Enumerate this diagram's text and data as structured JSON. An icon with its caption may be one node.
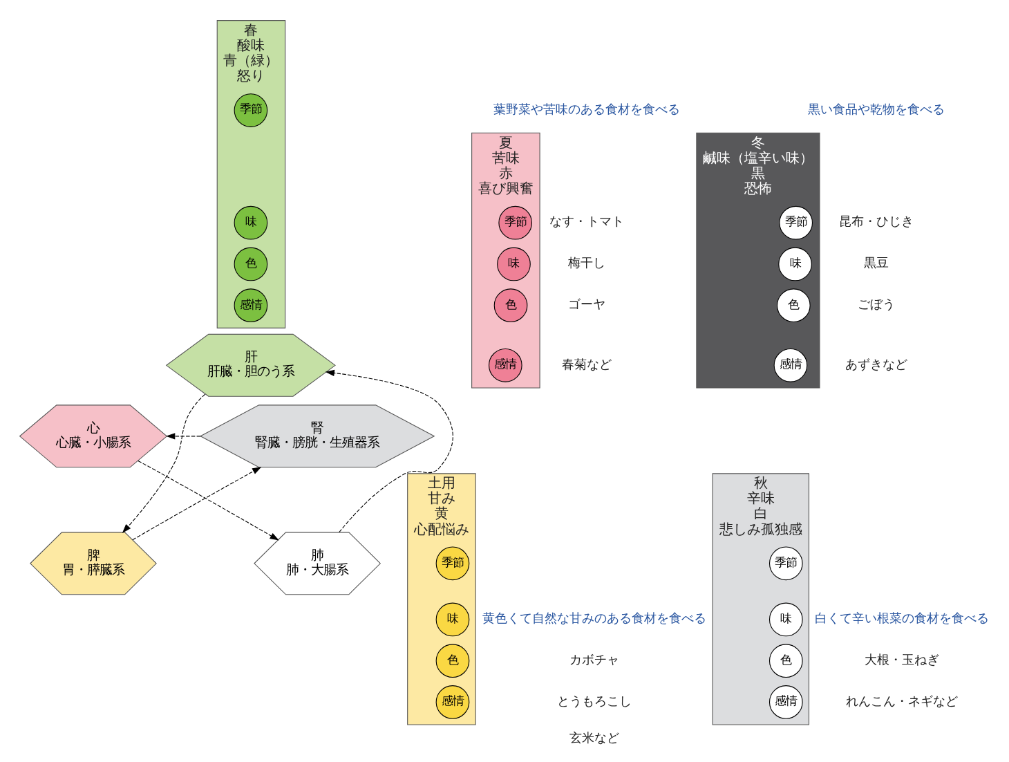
{
  "diagram": {
    "nodes": [
      {
        "text": [
          "春",
          "酸味",
          "青（緑）",
          "怒り"
        ]
      },
      {
        "text": [
          "季節"
        ],
        "in": 0
      },
      {
        "text": [
          "味"
        ],
        "in": 0
      },
      {
        "text": [
          "色"
        ],
        "in": 0
      },
      {
        "text": [
          "感情"
        ],
        "in": 0
      },
      {
        "text": [
          "夏",
          "苦味",
          "赤",
          "喜び興奮"
        ]
      },
      {
        "text": [
          "季節"
        ],
        "in": 5
      },
      {
        "text": [
          "味"
        ],
        "in": 5
      },
      {
        "text": [
          "色"
        ],
        "in": 5
      },
      {
        "text": [
          "感情"
        ],
        "in": 5
      },
      {
        "text": [
          "土用",
          "甘み",
          "黄",
          "心配悩み"
        ]
      },
      {
        "text": [
          "季節"
        ],
        "in": 10
      },
      {
        "text": [
          "味"
        ],
        "in": 10
      },
      {
        "text": [
          "色"
        ],
        "in": 10
      },
      {
        "text": [
          "感情"
        ],
        "in": 10
      },
      {
        "text": [
          "秋",
          "辛味",
          "白",
          "悲しみ孤独感"
        ]
      },
      {
        "text": [
          "季節"
        ],
        "in": 15
      },
      {
        "text": [
          "味"
        ],
        "in": 15
      },
      {
        "text": [
          "色"
        ],
        "in": 15
      },
      {
        "text": [
          "感情"
        ],
        "in": 15
      },
      {
        "text": [
          "冬",
          "鹹味（塩辛い味）",
          "黒",
          "恐怖"
        ]
      },
      {
        "text": [
          "季節"
        ],
        "in": 20
      },
      {
        "text": [
          "味"
        ],
        "in": 20
      },
      {
        "text": [
          "色"
        ],
        "in": 20
      },
      {
        "text": [
          "感情"
        ],
        "in": 20
      },
      {
        "text": [
          "肝",
          "肝臓・胆のう系"
        ]
      },
      {
        "text": [
          "心",
          "心臓・小腸系"
        ]
      },
      {
        "text": [
          "脾",
          "胃・膵臓系"
        ]
      },
      {
        "text": [
          "肺",
          "肺・大腸系"
        ]
      },
      {
        "text": [
          "腎",
          "腎臓・膀胱・生殖器系"
        ]
      }
    ],
    "edges": [
      {
        "from": 25,
        "to": 27,
        "arrow": "to",
        "style": "dashed"
      },
      {
        "from": 27,
        "to": 29,
        "arrow": "to",
        "style": "dashed"
      },
      {
        "from": 29,
        "to": 26,
        "arrow": "to",
        "style": "dashed"
      },
      {
        "from": 26,
        "to": 28,
        "arrow": "to",
        "style": "dashed"
      },
      {
        "from": 28,
        "to": 25,
        "arrow": "to",
        "style": "dashed"
      }
    ],
    "labels": [
      "黒い食品や乾物を食べる",
      "昆布・ひじき",
      "黒豆",
      "ごぼう",
      "あずきなど",
      "葉野菜や苦味のある食材を食べる",
      "なす・トマト",
      "梅干し",
      "ゴーヤ",
      "春菊など",
      "白くて辛い根菜の食材を食べる",
      "大根・玉ねぎ",
      "れんこん・ネギなど",
      "黄色くて自然な甘みのある食材を食べる",
      "カボチャ",
      "とうもろこし",
      "玄米など"
    ]
  }
}
